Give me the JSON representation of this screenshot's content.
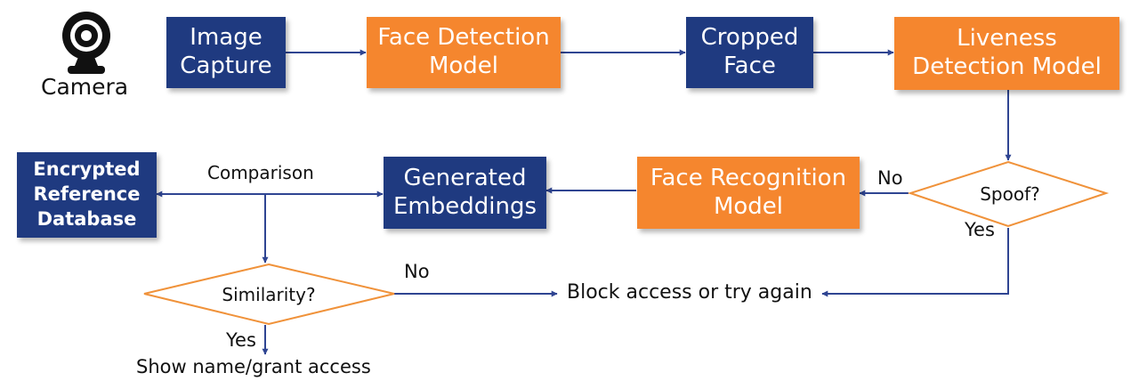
{
  "colors": {
    "navy": "#1f3a80",
    "orange": "#f5862e",
    "arrow": "#2f4592",
    "diamond_stroke": "#f0923a"
  },
  "camera": {
    "icon": "webcam-icon",
    "label": "Camera"
  },
  "boxes": {
    "image_capture": {
      "lines": [
        "Image",
        "Capture"
      ]
    },
    "face_detection": {
      "lines": [
        "Face Detection",
        "Model"
      ]
    },
    "cropped_face": {
      "lines": [
        "Cropped",
        "Face"
      ]
    },
    "liveness_detection": {
      "lines": [
        "Liveness",
        "Detection Model"
      ]
    },
    "face_recognition": {
      "lines": [
        "Face Recognition",
        "Model"
      ]
    },
    "generated_embeddings": {
      "lines": [
        "Generated",
        "Embeddings"
      ]
    },
    "reference_database": {
      "lines": [
        "Encrypted",
        "Reference",
        "Database"
      ]
    }
  },
  "decisions": {
    "spoof": {
      "label": "Spoof?",
      "no": "No",
      "yes": "Yes"
    },
    "similarity": {
      "label": "Similarity?",
      "no": "No",
      "yes": "Yes"
    }
  },
  "labels": {
    "comparison": "Comparison",
    "block_access": "Block access or try again",
    "grant_access": "Show name/grant access"
  }
}
